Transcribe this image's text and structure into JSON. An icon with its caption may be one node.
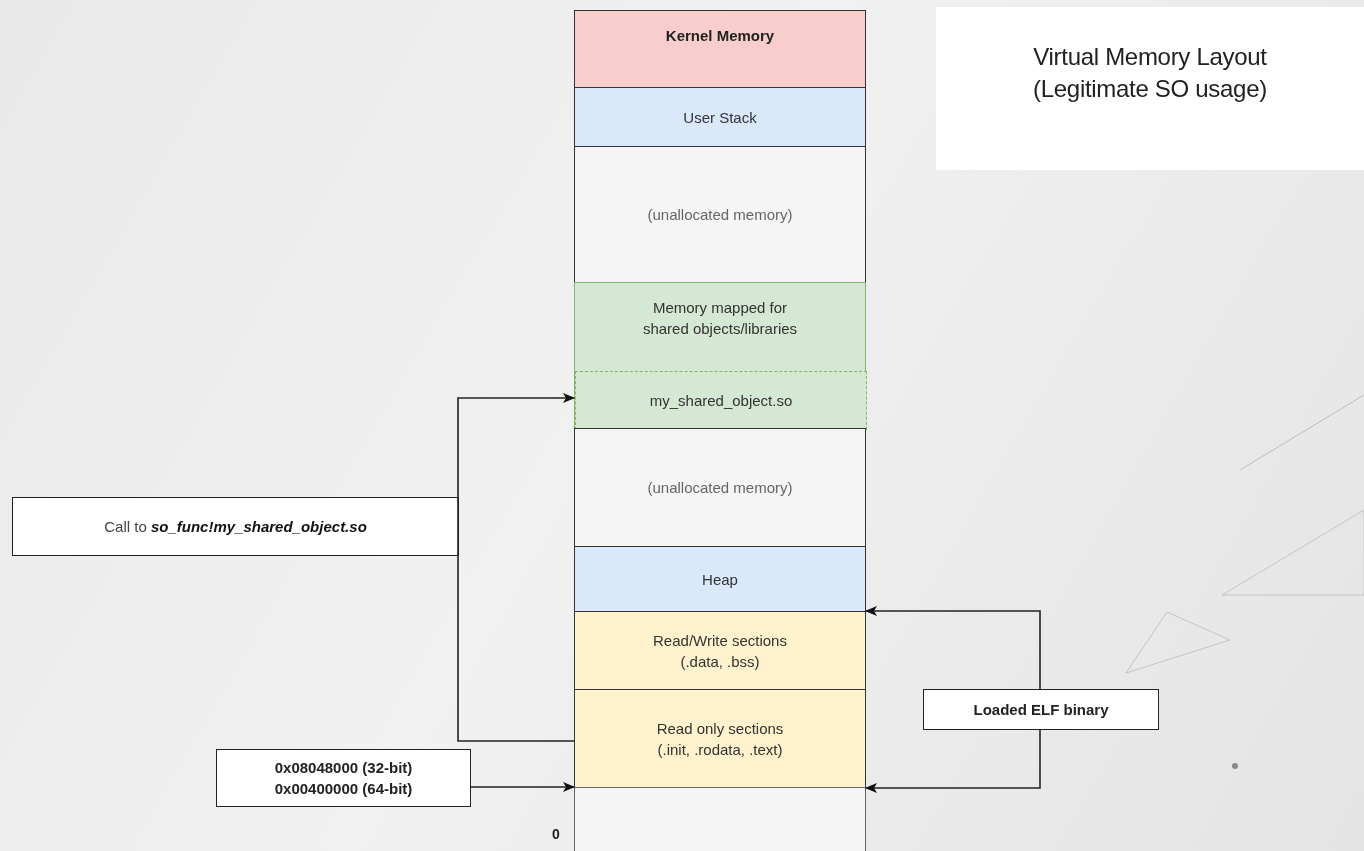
{
  "diagram": {
    "title": "Virtual Memory Layout (Legitimate SO usage)",
    "nodes": [
      {
        "text": [
          "Kernel Memory"
        ]
      },
      {
        "text": [
          "User Stack"
        ]
      },
      {
        "text": [
          "(unallocated memory)"
        ]
      },
      {
        "text": [
          "Memory mapped for shared objects/libraries"
        ]
      },
      {
        "text": [
          "my_shared_object.so"
        ],
        "in": 3
      },
      {
        "text": [
          "(unallocated memory)"
        ]
      },
      {
        "text": [
          "Heap"
        ]
      },
      {
        "text": [
          "Read/Write sections (.data, .bss)"
        ]
      },
      {
        "text": [
          "Read only sections (.init, .rodata, .text)"
        ]
      },
      {
        "text": [],
        "shape": "box"
      },
      {
        "text": [
          "Call to *so_func!my_shared_object.so*"
        ]
      },
      {
        "text": [
          "0x08048000 (32-bit) 0x00400000 (64-bit)"
        ]
      },
      {
        "text": [
          "Loaded ELF binary"
        ]
      }
    ],
    "edges": [
      {
        "from": 8,
        "to": 4,
        "arrow": "to"
      },
      {
        "from": 11,
        "to": 9,
        "arrow": "to"
      },
      {
        "from": 12,
        "to": 7,
        "arrow": "to"
      },
      {
        "from": 12,
        "to": 8,
        "arrow": "to"
      }
    ],
    "labels": [
      "0"
    ]
  }
}
